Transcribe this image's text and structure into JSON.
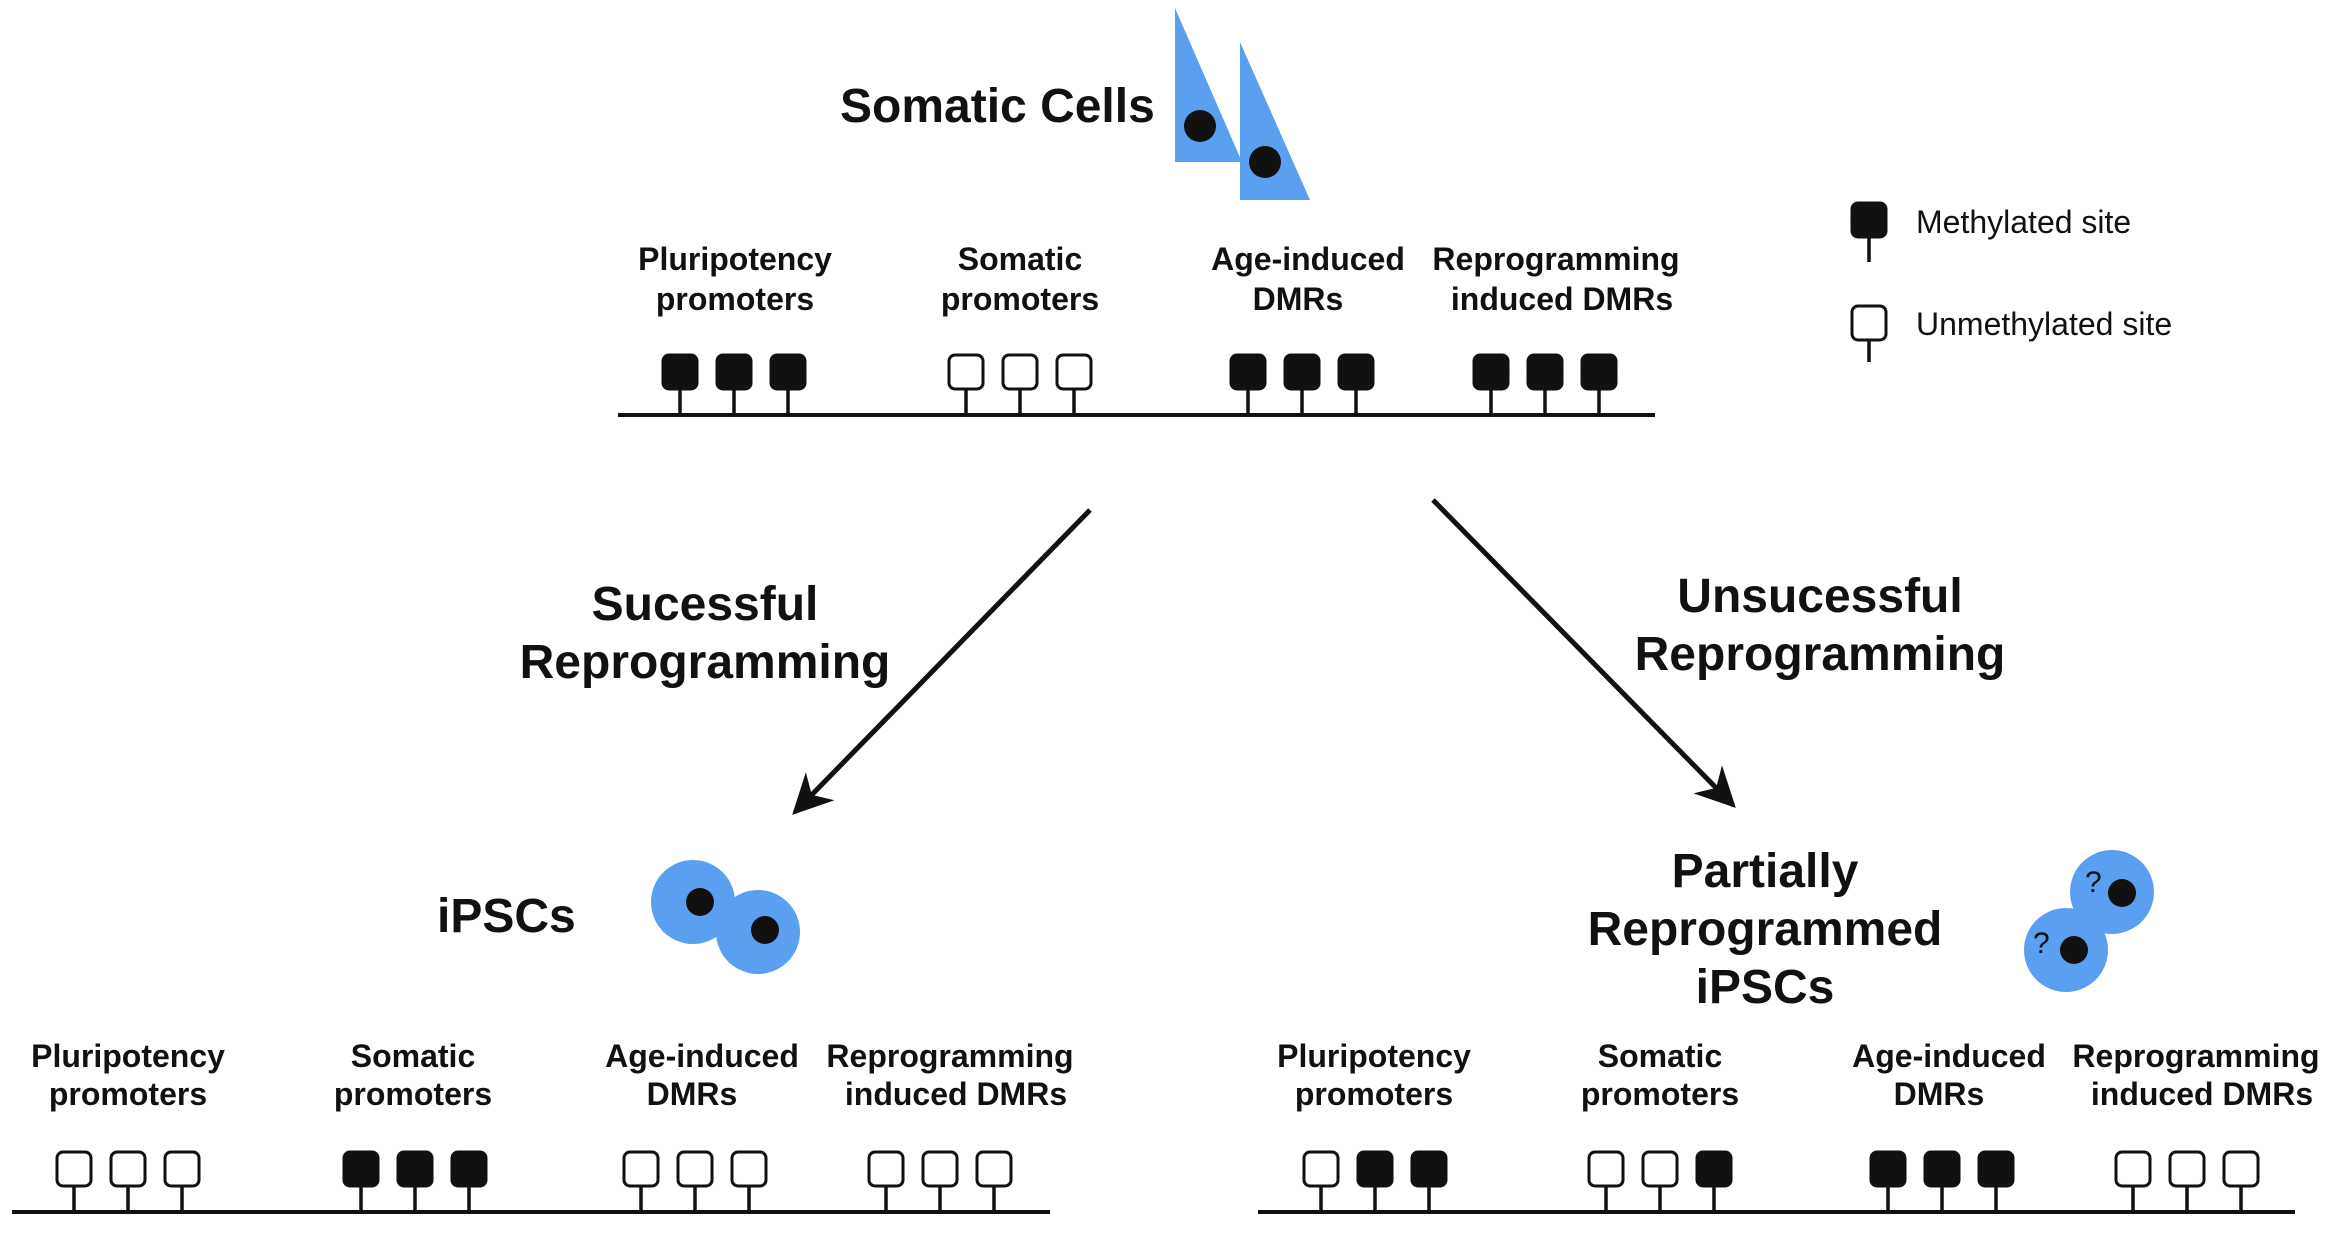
{
  "colors": {
    "cell": "#5a9ff0",
    "ink": "#111111",
    "background": "#ffffff"
  },
  "somatic": {
    "title": "Somatic Cells",
    "regions": [
      {
        "label1": "Pluripotency",
        "label2": "promoters",
        "sites": [
          1,
          1,
          1
        ]
      },
      {
        "label1": "Somatic",
        "label2": "promoters",
        "sites": [
          0,
          0,
          0
        ]
      },
      {
        "label1": "Age-induced",
        "label2": "DMRs",
        "sites": [
          1,
          1,
          1
        ]
      },
      {
        "label1": "Reprogramming",
        "label2": "induced DMRs",
        "sites": [
          1,
          1,
          1
        ]
      }
    ]
  },
  "legend": {
    "methylated": "Methylated site",
    "unmethylated": "Unmethylated site"
  },
  "arrows": {
    "success": {
      "line1": "Sucessful",
      "line2": "Reprogramming"
    },
    "failure": {
      "line1": "Unsucessful",
      "line2": "Reprogramming"
    }
  },
  "ipsc": {
    "title": "iPSCs",
    "regions": [
      {
        "label1": "Pluripotency",
        "label2": "promoters",
        "sites": [
          0,
          0,
          0
        ]
      },
      {
        "label1": "Somatic",
        "label2": "promoters",
        "sites": [
          1,
          1,
          1
        ]
      },
      {
        "label1": "Age-induced",
        "label2": "DMRs",
        "sites": [
          0,
          0,
          0
        ]
      },
      {
        "label1": "Reprogramming",
        "label2": "induced DMRs",
        "sites": [
          0,
          0,
          0
        ]
      }
    ]
  },
  "partial": {
    "title_line1": "Partially",
    "title_line2": "Reprogrammed",
    "title_line3": "iPSCs",
    "question_mark": "?",
    "regions": [
      {
        "label1": "Pluripotency",
        "label2": "promoters",
        "sites": [
          0,
          1,
          1
        ]
      },
      {
        "label1": "Somatic",
        "label2": "promoters",
        "sites": [
          0,
          0,
          1
        ]
      },
      {
        "label1": "Age-induced",
        "label2": "DMRs",
        "sites": [
          1,
          1,
          1
        ]
      },
      {
        "label1": "Reprogramming",
        "label2": "induced DMRs",
        "sites": [
          0,
          0,
          0
        ]
      }
    ]
  }
}
